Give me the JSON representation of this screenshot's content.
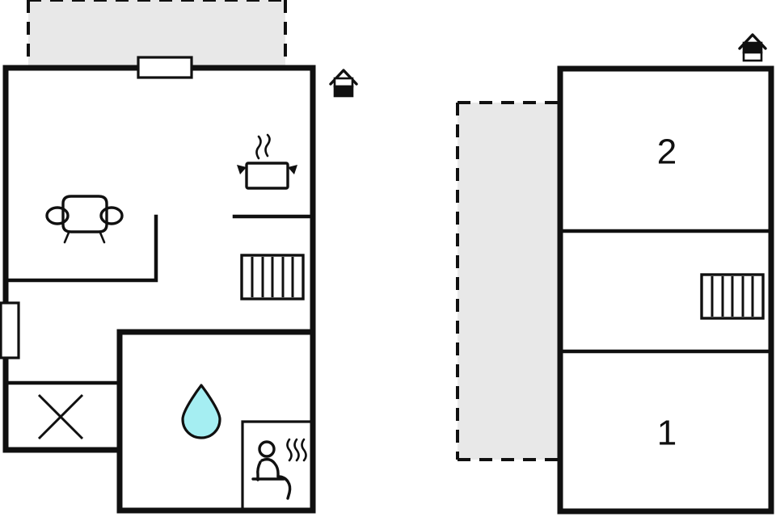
{
  "document": {
    "type": "floor-plan",
    "title": "Holiday house floor plan",
    "background_color": "#ffffff",
    "line_color": "#101010",
    "terrace_fill_color": "#e8e8e8",
    "water_drop_color": "#a5eef2"
  },
  "floors": [
    {
      "id": "ground-floor",
      "level_indicator": "house-ground-floor-icon",
      "indicator_description": "House glyph with lower half filled black",
      "rooms": [
        {
          "id": "living-room",
          "label": "",
          "icon": "sofa-icon"
        },
        {
          "id": "kitchen",
          "label": "",
          "icon": "cooking-pot-icon"
        },
        {
          "id": "stair-hall",
          "label": "",
          "icon": "stairs-icon"
        },
        {
          "id": "bathroom",
          "label": "",
          "icon": "water-drop-icon"
        },
        {
          "id": "sauna",
          "label": "",
          "icon": "sauna-person-icon"
        },
        {
          "id": "storage",
          "label": "",
          "icon": "cross-icon"
        }
      ],
      "openings": [
        {
          "id": "front-door-top",
          "type": "door",
          "wall": "north"
        },
        {
          "id": "side-door-left",
          "type": "door",
          "wall": "west"
        }
      ],
      "terrace": {
        "id": "terrace-north",
        "style": "dashed-outline-grey-fill"
      }
    },
    {
      "id": "upper-floor",
      "level_indicator": "house-upper-floor-icon",
      "indicator_description": "House glyph with upper half filled black",
      "rooms": [
        {
          "id": "bedroom-2",
          "label": "2",
          "icon": ""
        },
        {
          "id": "landing",
          "label": "",
          "icon": "stairs-icon"
        },
        {
          "id": "bedroom-1",
          "label": "1",
          "icon": ""
        }
      ],
      "terrace": {
        "id": "terrace-west",
        "style": "dashed-outline-grey-fill"
      }
    }
  ],
  "labels": {
    "room_2": "2",
    "room_1": "1"
  },
  "icons": {
    "sofa": "sofa-icon",
    "pot": "cooking-pot-icon",
    "stairs": "stairs-icon",
    "drop": "water-drop-icon",
    "sauna": "sauna-person-icon",
    "cross": "cross-icon",
    "house_ground": "house-ground-floor-icon",
    "house_upper": "house-upper-floor-icon"
  }
}
